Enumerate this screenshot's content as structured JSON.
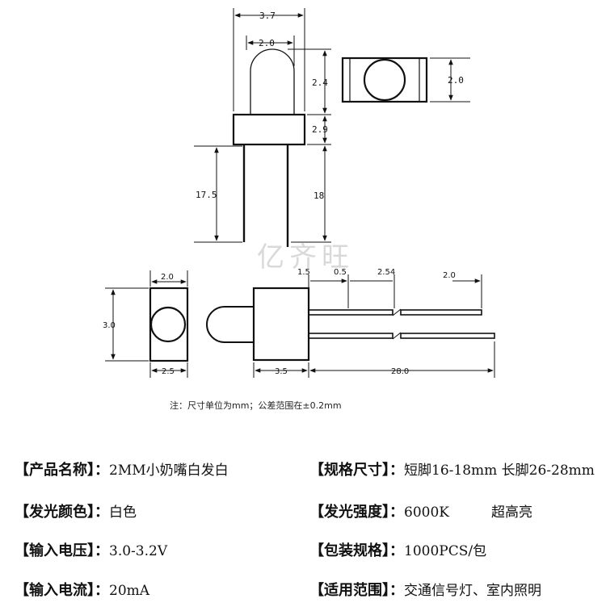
{
  "watermark": "亿齐旺",
  "note": "注：尺寸单位为mm；公差范围在±0.2mm",
  "dimensions": {
    "top_width": "3.7",
    "lens_width": "2.0",
    "dome_height": "2.4",
    "flange_height": "2.9",
    "short_lead": "17.5",
    "long_lead": "18",
    "top_view_width": "2.0",
    "side_left_width": "2.0",
    "side_height": "3.0",
    "side_bottom_width": "2.5",
    "pin_offset": "1.5",
    "pin_thickness": "0.5",
    "pin_pitch": "2.54",
    "lead_end": "2.0",
    "body_length": "3.5",
    "total_length": "28.0"
  },
  "specs": [
    {
      "label": "【产品名称】：",
      "value": "2MM小奶嘴白发白"
    },
    {
      "label": "【规格尺寸】：",
      "value": "短脚16-18mm 长脚26-28mm"
    },
    {
      "label": "【发光颜色】：",
      "value": "白色"
    },
    {
      "label": "【发光强度】：",
      "value": "6000K",
      "extra": "超高亮"
    },
    {
      "label": "【输入电压】：",
      "value": "3.0-3.2V"
    },
    {
      "label": "【包装规格】：",
      "value": "1000PCS/包"
    },
    {
      "label": "【输入电流】：",
      "value": "20mA"
    },
    {
      "label": "【适用范围】：",
      "value": "交通信号灯、室内照明"
    }
  ]
}
